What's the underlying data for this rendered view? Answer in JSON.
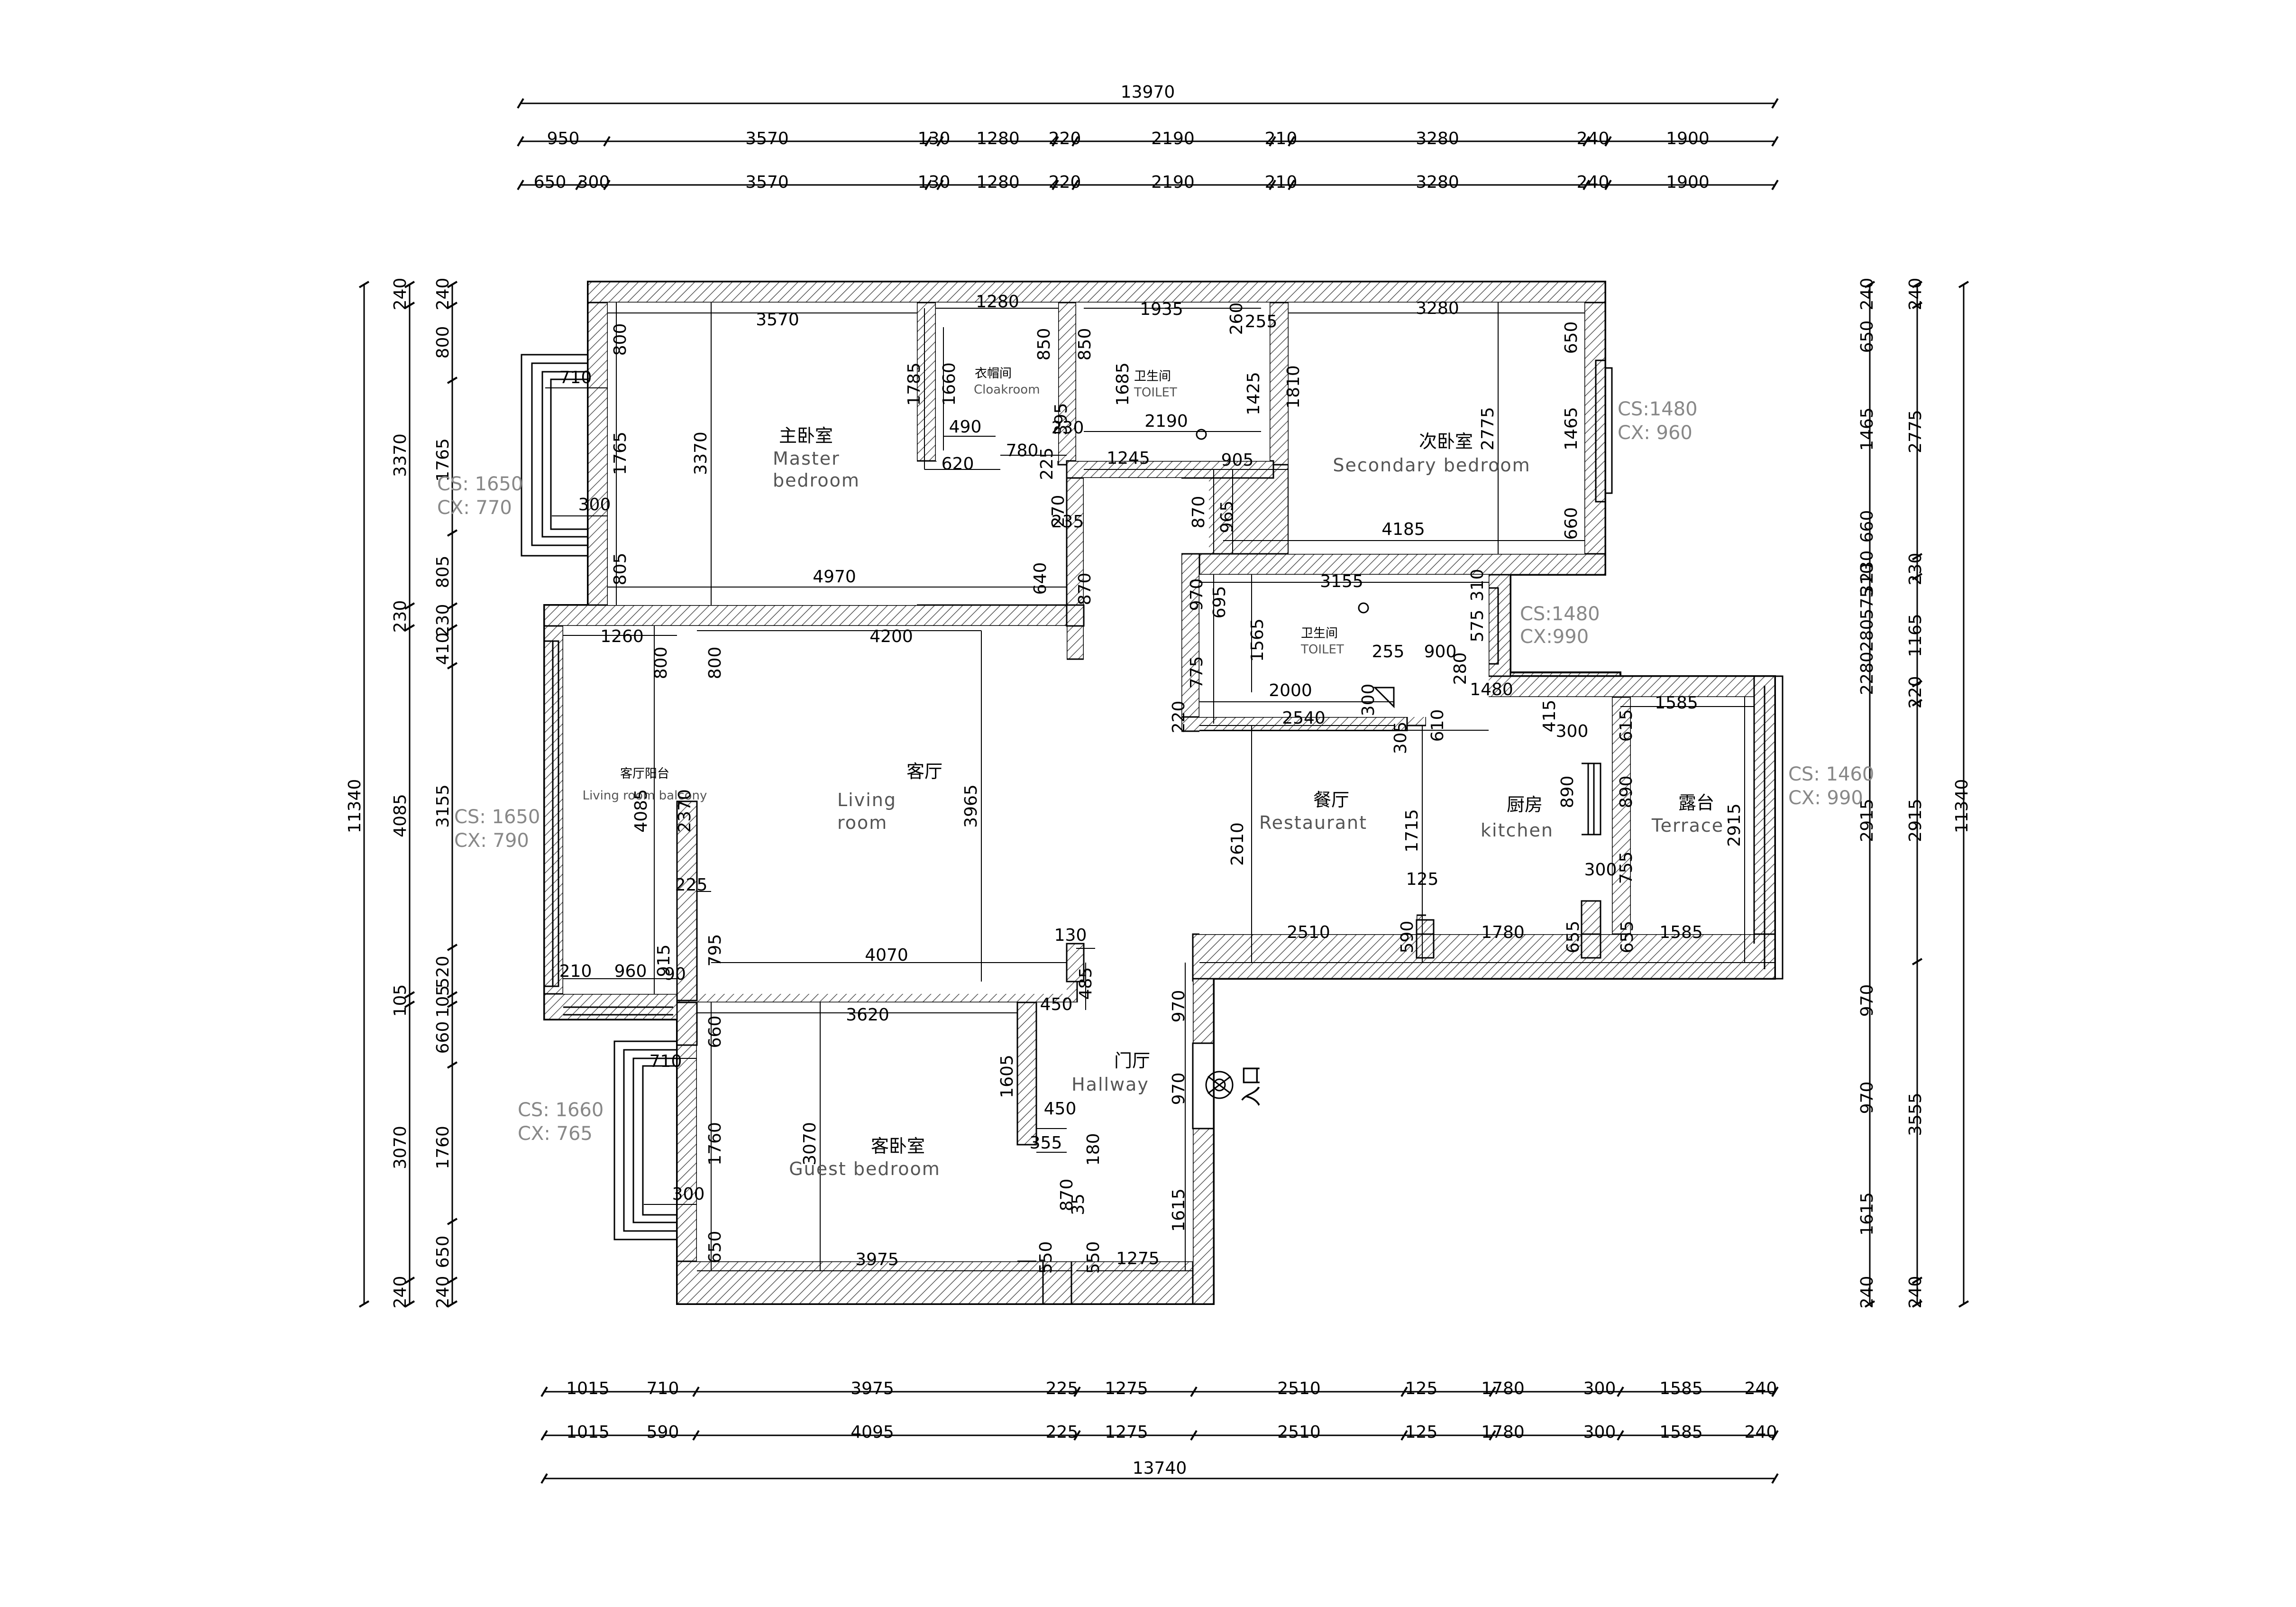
{
  "plan": {
    "top_total": "13970",
    "top_row1": [
      "950",
      "3570",
      "130",
      "1280",
      "220",
      "2190",
      "210",
      "3280",
      "240",
      "1900"
    ],
    "top_row2": [
      "650",
      "300",
      "3570",
      "130",
      "1280",
      "220",
      "2190",
      "210",
      "3280",
      "240",
      "1900"
    ],
    "bottom_row1": [
      "1015",
      "710",
      "3975",
      "225",
      "1275",
      "2510",
      "125",
      "1780",
      "300",
      "1585",
      "240"
    ],
    "bottom_row2": [
      "1015",
      "590",
      "4095",
      "225",
      "1275",
      "2510",
      "125",
      "1780",
      "300",
      "1585",
      "240"
    ],
    "bottom_total": "13740",
    "left_total": "11340",
    "left_col1": [
      "240",
      "3370",
      "230",
      "4085",
      "105",
      "3070",
      "240"
    ],
    "left_col2": [
      "240",
      "800",
      "1765",
      "805",
      "230",
      "410",
      "3155",
      "520",
      "105",
      "660",
      "1760",
      "650",
      "240"
    ],
    "right_total": "11340",
    "right_col1": [
      "240",
      "650",
      "1465",
      "660",
      "230",
      "575",
      "310",
      "280",
      "2280",
      "2915",
      "970",
      "970",
      "1615",
      "240"
    ],
    "right_col2": [
      "240",
      "2775",
      "230",
      "1165",
      "220",
      "2915",
      "3555",
      "240"
    ]
  },
  "rooms": {
    "master": {
      "cn": "主卧室",
      "en1": "Master",
      "en2": "bedroom"
    },
    "cloak": {
      "cn": "衣帽间",
      "en": "Cloakroom"
    },
    "toilet1": {
      "cn": "卫生间",
      "en": "TOILET"
    },
    "secondary": {
      "cn": "次卧室",
      "en": "Secondary bedroom"
    },
    "toilet2": {
      "cn": "卫生间",
      "en": "TOILET"
    },
    "balcony": {
      "cn": "客厅阳台",
      "en": "Living room balcony"
    },
    "living": {
      "cn": "客厅",
      "en1": "Living",
      "en2": "room"
    },
    "dining": {
      "cn": "餐厅",
      "en": "Restaurant"
    },
    "kitchen": {
      "cn": "厨房",
      "en": "kitchen"
    },
    "terrace": {
      "cn": "露台",
      "en": "Terrace"
    },
    "hallway": {
      "cn": "门厅",
      "en": "Hallway"
    },
    "guest": {
      "cn": "客卧室",
      "en": "Guest bedroom"
    },
    "entry": "入口"
  },
  "windows": {
    "w1": {
      "cs": "CS: 1650",
      "cx": "CX: 770"
    },
    "w2": {
      "cs": "CS: 1650",
      "cx": "CX: 790"
    },
    "w3": {
      "cs": "CS: 1660",
      "cx": "CX: 765"
    },
    "w4": {
      "cs": "CS:1480",
      "cx": "CX: 960"
    },
    "w5": {
      "cs": "CS:1480",
      "cx": "CX:990"
    },
    "w6": {
      "cs": "CS: 1460",
      "cx": "CX: 990"
    }
  },
  "inner": {
    "m1": "3570",
    "m2": "800",
    "m3": "710",
    "m4": "1765",
    "m5": "3370",
    "m6": "300",
    "m7": "805",
    "m8": "4970",
    "m9": "640",
    "m10": "870",
    "c1": "1280",
    "c2": "1785",
    "c3": "1660",
    "c4": "850",
    "c5": "490",
    "c6": "620",
    "c7": "780",
    "c8": "395",
    "c9": "225",
    "c10": "230",
    "t1": "1935",
    "t2": "850",
    "t3": "1685",
    "t4": "260",
    "t5": "255",
    "t6": "1425",
    "t7": "2190",
    "t8": "1245",
    "t9": "905",
    "s1": "3280",
    "s2": "650",
    "s3": "1810",
    "s4": "2775",
    "s5": "1465",
    "s6": "660",
    "s7": "4185",
    "s8": "870",
    "s9": "965",
    "b1": "1260",
    "b2": "800",
    "b3": "800",
    "b4": "4200",
    "b5": "4085",
    "b6": "2370",
    "b7": "3965",
    "b8": "225",
    "b9": "795",
    "b10": "4070",
    "b11": "210",
    "b12": "960",
    "b13": "915",
    "b14": "90",
    "b15": "130",
    "b16": "485",
    "b17": "450",
    "b18": "270",
    "b19": "235",
    "u1": "3155",
    "u2": "970",
    "u3": "695",
    "u4": "1565",
    "u5": "310",
    "u6": "575",
    "u7": "775",
    "u8": "255",
    "u9": "900",
    "u10": "280",
    "u11": "2000",
    "u12": "2540",
    "u13": "220",
    "u14": "300",
    "u15": "1480",
    "k1": "305",
    "k2": "610",
    "k3": "415",
    "k4": "300",
    "k5": "1585",
    "k6": "615",
    "k7": "890",
    "k8": "890",
    "k9": "2915",
    "k10": "1715",
    "k11": "125",
    "k12": "300",
    "k13": "755",
    "k14": "2610",
    "k15": "2510",
    "k16": "590",
    "k17": "1780",
    "k18": "655",
    "k19": "655",
    "k20": "1585",
    "g1": "3620",
    "g2": "710",
    "g3": "660",
    "g4": "1605",
    "g5": "450",
    "g6": "355",
    "g7": "180",
    "g8": "1760",
    "g9": "3070",
    "g10": "300",
    "g11": "650",
    "g12": "3975",
    "g13": "550",
    "g14": "550",
    "g15": "1275",
    "g16": "970",
    "g17": "970",
    "g18": "1615",
    "g19": "870",
    "g20": "35"
  }
}
